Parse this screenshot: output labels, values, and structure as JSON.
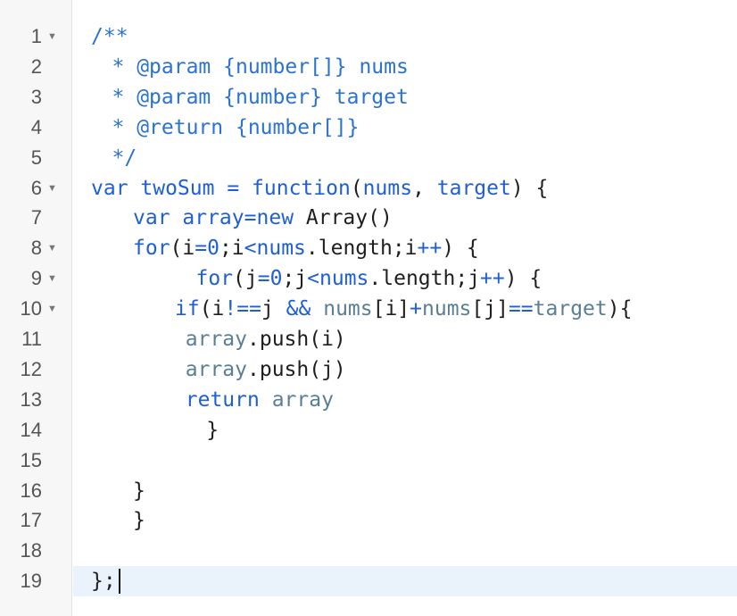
{
  "editor": {
    "line_numbers": [
      "1",
      "2",
      "3",
      "4",
      "5",
      "6",
      "7",
      "8",
      "9",
      "10",
      "11",
      "12",
      "13",
      "14",
      "15",
      "16",
      "17",
      "18",
      "19"
    ],
    "fold_markers": [
      "1",
      "6",
      "8",
      "9",
      "10"
    ],
    "active_line": "19",
    "fold_icon": "triangle-down",
    "lines": [
      {
        "indent": 0,
        "tokens": [
          {
            "t": "/**",
            "k": "c"
          }
        ]
      },
      {
        "indent": 1,
        "tokens": [
          {
            "t": "* @param {number[]} nums",
            "k": "c"
          }
        ]
      },
      {
        "indent": 1,
        "tokens": [
          {
            "t": "* @param {number} target",
            "k": "c"
          }
        ]
      },
      {
        "indent": 1,
        "tokens": [
          {
            "t": "* @return {number[]}",
            "k": "c"
          }
        ]
      },
      {
        "indent": 1,
        "tokens": [
          {
            "t": "*/",
            "k": "c"
          }
        ]
      },
      {
        "indent": 0,
        "tokens": [
          {
            "t": "var ",
            "k": "k"
          },
          {
            "t": "twoSum",
            "k": "k"
          },
          {
            "t": " = ",
            "k": "k"
          },
          {
            "t": "function",
            "k": "k"
          },
          {
            "t": "(",
            "k": "p"
          },
          {
            "t": "nums",
            "k": "k"
          },
          {
            "t": ", ",
            "k": "p"
          },
          {
            "t": "target",
            "k": "k"
          },
          {
            "t": ") {",
            "k": "p"
          }
        ]
      },
      {
        "indent": 2,
        "tokens": [
          {
            "t": "var ",
            "k": "k"
          },
          {
            "t": "array",
            "k": "k"
          },
          {
            "t": "=",
            "k": "k"
          },
          {
            "t": "new ",
            "k": "k"
          },
          {
            "t": "Array()",
            "k": "p"
          }
        ]
      },
      {
        "indent": 2,
        "tokens": [
          {
            "t": "for",
            "k": "k"
          },
          {
            "t": "(i",
            "k": "p"
          },
          {
            "t": "=0",
            "k": "k"
          },
          {
            "t": ";i",
            "k": "p"
          },
          {
            "t": "<nums",
            "k": "k"
          },
          {
            "t": ".length;i",
            "k": "p"
          },
          {
            "t": "++",
            "k": "k"
          },
          {
            "t": ") {",
            "k": "p"
          }
        ]
      },
      {
        "indent": 5,
        "tokens": [
          {
            "t": "for",
            "k": "k"
          },
          {
            "t": "(j",
            "k": "p"
          },
          {
            "t": "=0",
            "k": "k"
          },
          {
            "t": ";j",
            "k": "p"
          },
          {
            "t": "<nums",
            "k": "k"
          },
          {
            "t": ".length;j",
            "k": "p"
          },
          {
            "t": "++",
            "k": "k"
          },
          {
            "t": ") {",
            "k": "p"
          }
        ]
      },
      {
        "indent": 4,
        "tokens": [
          {
            "t": "if",
            "k": "k"
          },
          {
            "t": "(i",
            "k": "p"
          },
          {
            "t": "!==",
            "k": "k"
          },
          {
            "t": "j ",
            "k": "p"
          },
          {
            "t": "&&",
            "k": "k"
          },
          {
            "t": " ",
            "k": "p"
          },
          {
            "t": "nums",
            "k": "i"
          },
          {
            "t": "[i]",
            "k": "p"
          },
          {
            "t": "+",
            "k": "k"
          },
          {
            "t": "nums",
            "k": "i"
          },
          {
            "t": "[j]",
            "k": "p"
          },
          {
            "t": "==",
            "k": "k"
          },
          {
            "t": "target",
            "k": "i"
          },
          {
            "t": "){",
            "k": "p"
          }
        ]
      },
      {
        "indent": 4.5,
        "tokens": [
          {
            "t": "array",
            "k": "i"
          },
          {
            "t": ".push(i)",
            "k": "p"
          }
        ]
      },
      {
        "indent": 4.5,
        "tokens": [
          {
            "t": "array",
            "k": "i"
          },
          {
            "t": ".push(j)",
            "k": "p"
          }
        ]
      },
      {
        "indent": 4.5,
        "tokens": [
          {
            "t": "return ",
            "k": "k"
          },
          {
            "t": "array",
            "k": "i"
          }
        ]
      },
      {
        "indent": 5.5,
        "tokens": [
          {
            "t": "}",
            "k": "p"
          }
        ]
      },
      {
        "indent": 0,
        "tokens": []
      },
      {
        "indent": 2,
        "tokens": [
          {
            "t": "}",
            "k": "p"
          }
        ]
      },
      {
        "indent": 2,
        "tokens": [
          {
            "t": "}",
            "k": "p"
          }
        ]
      },
      {
        "indent": 0,
        "tokens": []
      },
      {
        "indent": 0,
        "tokens": [
          {
            "t": "};",
            "k": "p"
          }
        ]
      }
    ]
  },
  "colors": {
    "comment": "#2b72d1",
    "keyword": "#1f5fd6",
    "identifier": "#5a7f95",
    "plain": "#1f1f1f",
    "active_line": "#eaf2fc",
    "gutter": "#f7f7f7"
  }
}
